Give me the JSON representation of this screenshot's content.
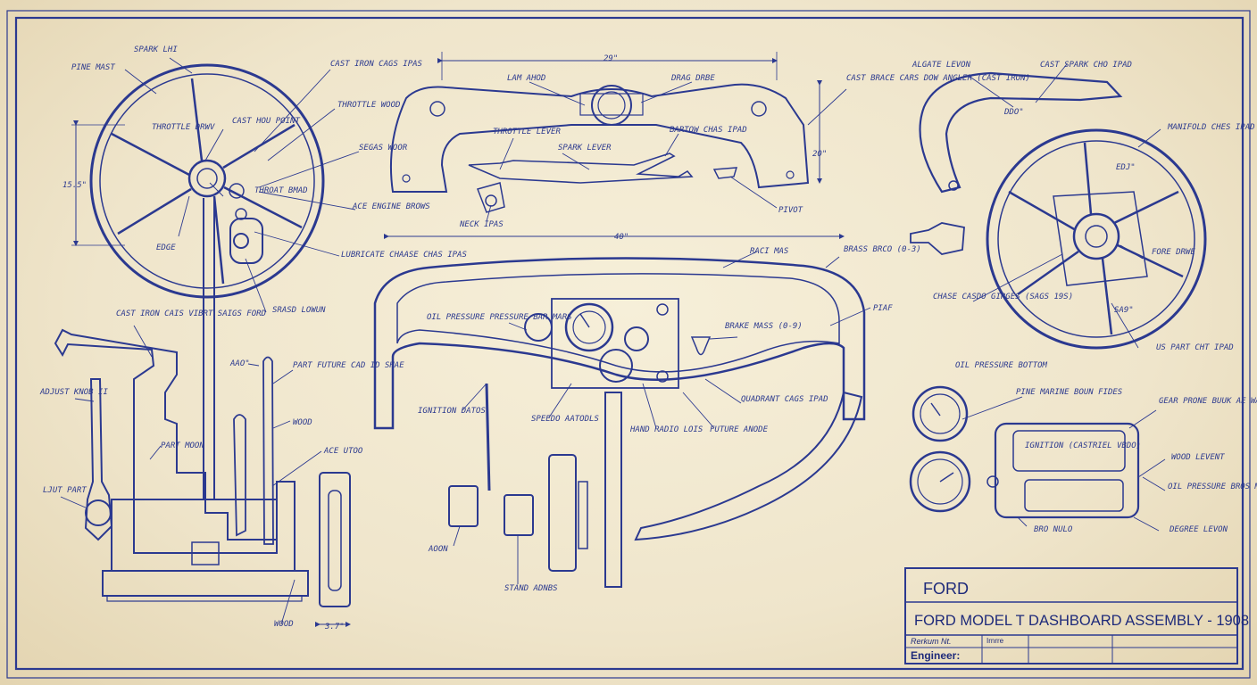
{
  "title_block": {
    "company": "FORD",
    "title": "FORD MODEL T DASHBOARD ASSEMBLY - 1908",
    "field1_label": "Rerkum Nt.",
    "field1_value": "Irnrre",
    "engineer_label": "Engineer:"
  },
  "dimensions": {
    "top_width": "29\"",
    "dash_width": "40\"",
    "wheel_dia": "15.5\"",
    "bracket_height": "20\"",
    "lever_angle": "AAO\"",
    "bracket_angle": "DDO\"",
    "wheel_right_a": "EDJ\"",
    "wheel_right_b": "SA9\"",
    "bottom_width": "3.7\""
  },
  "labels": {
    "pine_mast": "PINE MAST",
    "spark_top": "SPARK LHI",
    "cast_iron_top": "CAST IRON CAGS IPAS",
    "throttle_wood": "THROTTLE WOOD",
    "cast_iron_mid": "CAST HOU POINT",
    "throttle_block": "THROTTLE DRWV",
    "gears_wood": "SEGAS WOOR",
    "throttle_bmd": "THROAT BMAD",
    "ace_engine": "ACE ENGINE BROWS",
    "edge": "EDGE",
    "lubrication": "LUBRICATE CHAASE CHAS IPAS",
    "stand_lower": "SRASD LOWUN",
    "cast_iron_left": "CAST IRON CAIS VIBRT SAIGS FORD",
    "adjust_knob": "ADJUST KNOB II",
    "part_lower": "PART MOON",
    "ljut_part": "LJUT PART",
    "part_future": "PART FUTURE CAD ID SHAE",
    "wood_a": "WOOD",
    "ace_lower": "ACE UTOO",
    "wood_b": "WOOD",
    "lam_wood": "LAM AHOD",
    "drag_oscr": "DRAG DRBE",
    "throttle_lever": "THROTTLE LEVER",
    "spark_lever": "SPARK LEVER",
    "bartow": "BARTOW CHAS IPAD",
    "cast_brace": "CAST BRACE CARS DOW ANGLER (CAST IRON)",
    "neck_ipas": "NECK IPAS",
    "pivot": "PIVOT",
    "raci_mas": "RACI MAS",
    "brass": "BRASS BRCO (0-3)",
    "pine_b": "PIAF",
    "oil_pressure": "OIL PRESSURE PRESSURE BAR MARS",
    "brake": "BRAKE MASS (0-9)",
    "ignition": "IGNITION DATOS",
    "speedo": "SPEEDO AATODLS",
    "hand_radio": "HAND RADIO LOIS",
    "future_anode": "FUTURE ANODE",
    "quadrant": "QUADRANT CAGS IPAD",
    "aoon": "AOON",
    "stand_adnbs": "STAND ADNBS",
    "algate_lever": "ALGATE LEVON",
    "cast_spark": "CAST SPARK CHO IPAD",
    "manifold": "MANIFOLD CHES IPAD",
    "chase_gears": "CHASE CASDO GIRGES (SAGS 19S)",
    "fore_pivot": "FORE DRWE",
    "us_part": "US PART CHT IPAD",
    "oil_pressure_bottom": "OIL PRESSURE BOTTOM",
    "pine_marine": "PINE MARINE BOUN FIDES",
    "gear_prone": "GEAR PRONE BUUK AE WAWT",
    "ignition_right": "IGNITION (CASTRIEL VBDO)",
    "wood_lever": "WOOD LEVENT",
    "oil_pressure_right": "OIL PRESSURE BROS MAAS",
    "bro_nulo": "BRO NULO",
    "degree_lower": "DEGREE LEVON"
  },
  "colors": {
    "ink": "#2b3990",
    "paper": "#efe6cf",
    "hatch": "#5a67b5"
  }
}
